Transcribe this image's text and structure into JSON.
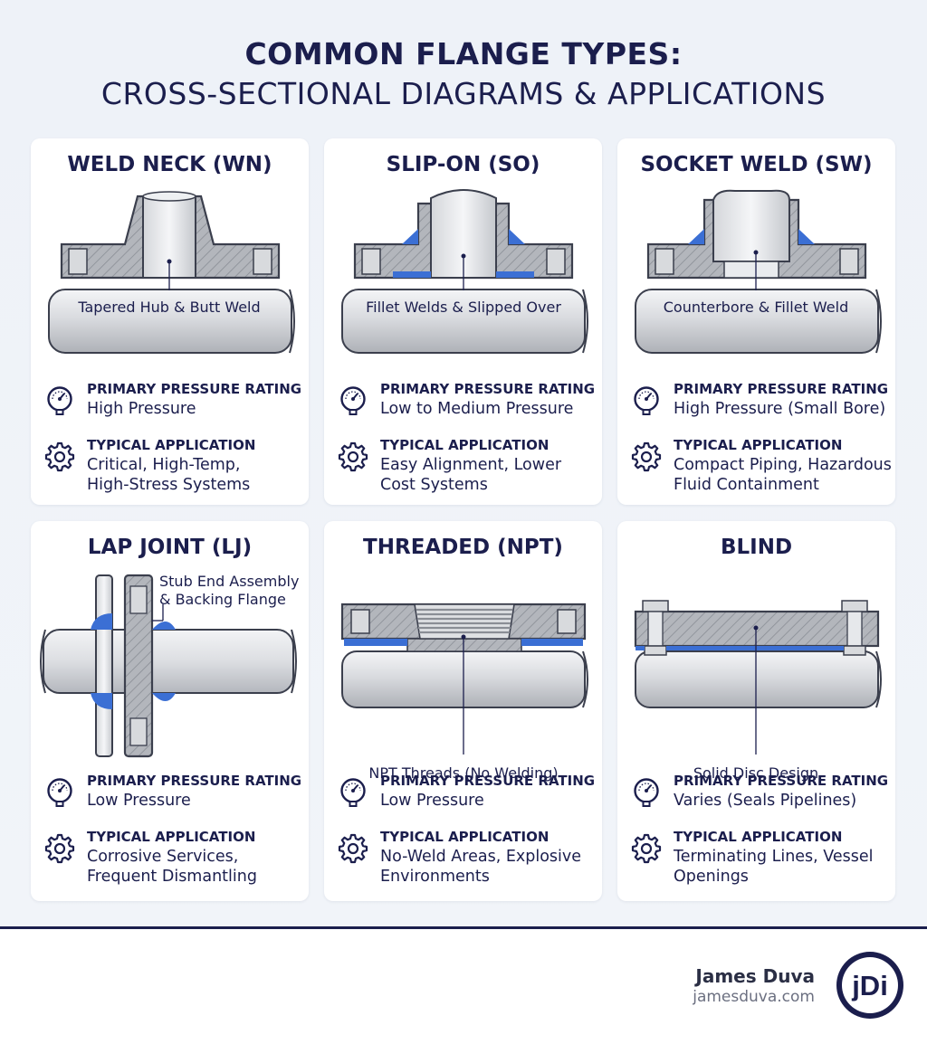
{
  "title": {
    "line1": "COMMON FLANGE TYPES:",
    "line2": "CROSS-SECTIONAL DIAGRAMS & APPLICATIONS"
  },
  "labels": {
    "pressure": "PRIMARY PRESSURE RATING",
    "application": "TYPICAL APPLICATION"
  },
  "cards": [
    {
      "title": "WELD NECK (WN)",
      "callout": "Tapered Hub & Butt Weld",
      "pressure": "High Pressure",
      "app1": "Critical, High-Temp,",
      "app2": "High-Stress Systems"
    },
    {
      "title": "SLIP-ON (SO)",
      "callout": "Fillet Welds & Slipped Over",
      "pressure": "Low to Medium Pressure",
      "app1": "Easy Alignment, Lower",
      "app2": "Cost Systems"
    },
    {
      "title": "SOCKET WELD (SW)",
      "callout": "Counterbore & Fillet Weld",
      "pressure": "High Pressure (Small Bore)",
      "app1": "Compact Piping, Hazardous",
      "app2": "Fluid Containment"
    },
    {
      "title": "LAP JOINT (LJ)",
      "callout1": "Stub End Assembly",
      "callout2": "& Backing Flange",
      "pressure": "Low Pressure",
      "app1": "Corrosive Services,",
      "app2": "Frequent Dismantling"
    },
    {
      "title": "THREADED (NPT)",
      "callout": "NPT Threads (No Welding)",
      "pressure": "Low Pressure",
      "app1": "No-Weld Areas, Explosive",
      "app2": "Environments"
    },
    {
      "title": "BLIND",
      "callout": "Solid Disc Design",
      "pressure": "Varies (Seals Pipelines)",
      "app1": "Terminating Lines, Vessel",
      "app2": "Openings"
    }
  ],
  "footer": {
    "author": "James Duva",
    "site": "jamesduva.com",
    "logo_text": "jDi"
  },
  "colors": {
    "navy": "#1b1e4d",
    "weld": "#3b6fd4",
    "steel": "#c9ccd1"
  }
}
